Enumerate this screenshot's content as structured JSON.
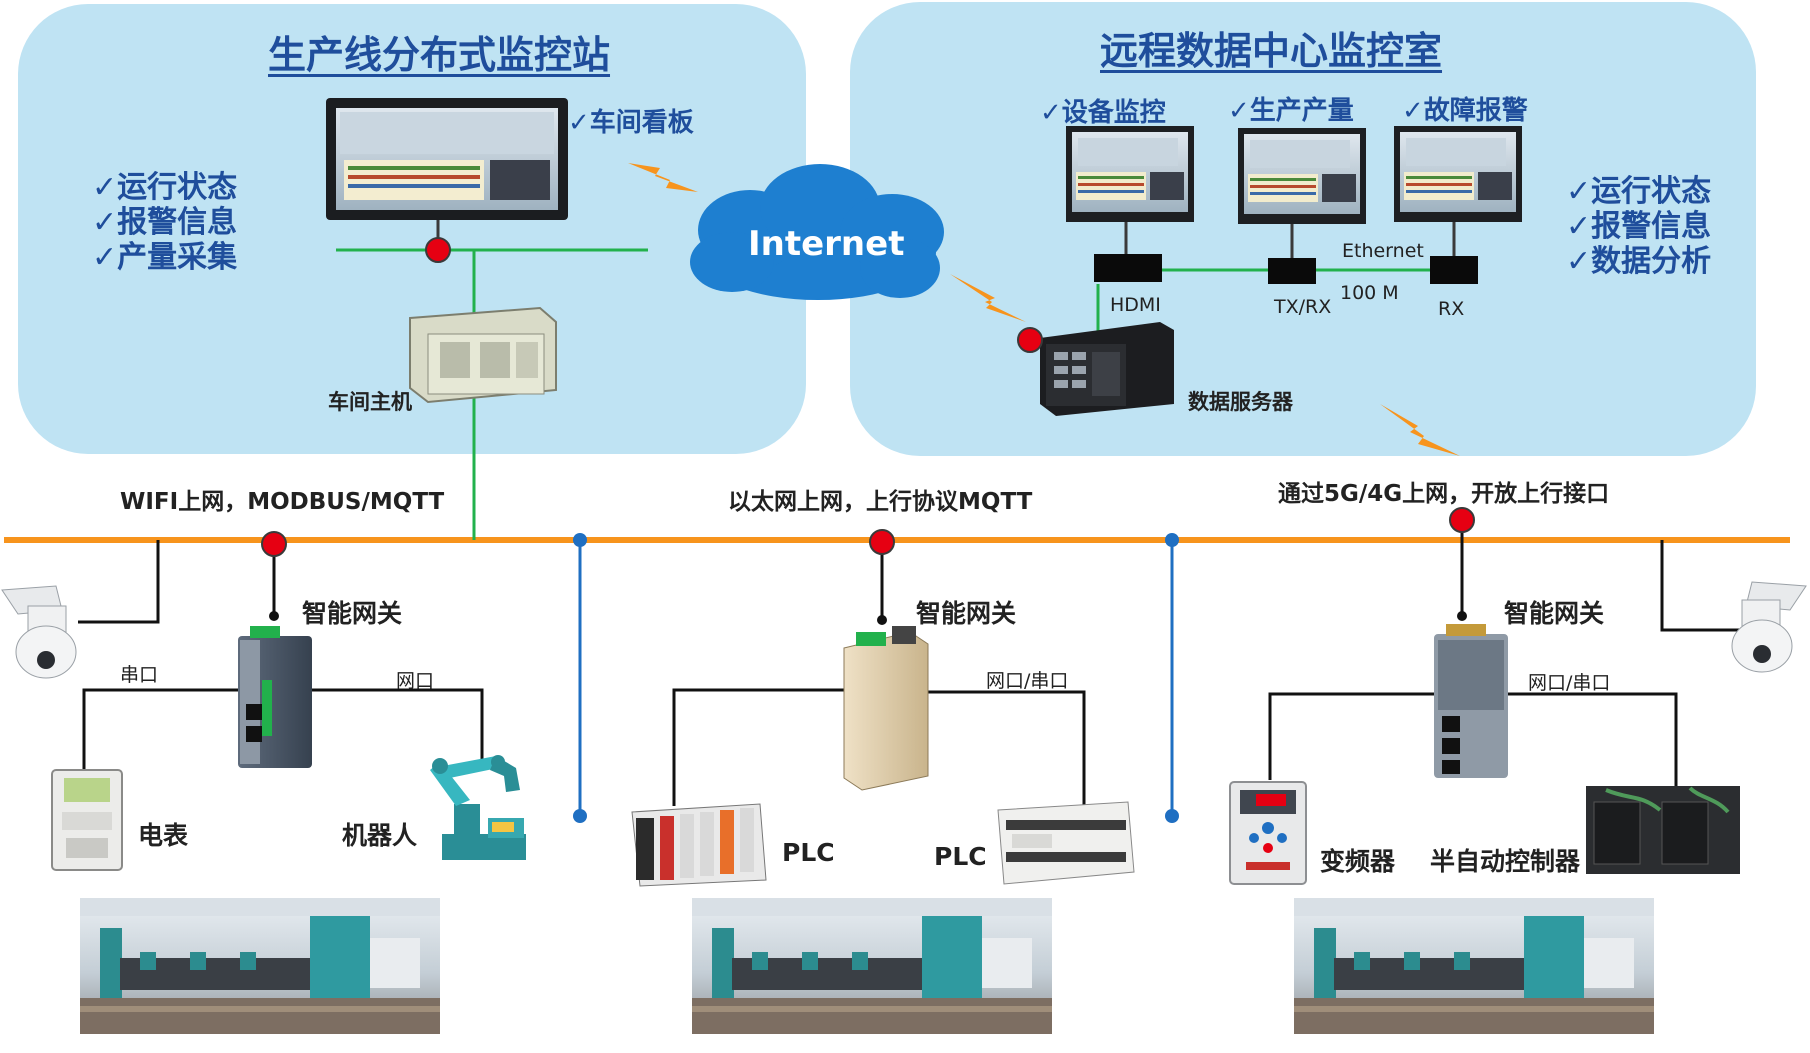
{
  "left_panel": {
    "title": "生产线分布式监控站",
    "board_label": "✓车间看板",
    "checklist": [
      "✓运行状态",
      "✓报警信息",
      "✓产量采集"
    ],
    "host_label": "车间主机"
  },
  "internet": {
    "label": "Internet"
  },
  "right_panel": {
    "title": "远程数据中心监控室",
    "monitors": [
      "✓设备监控",
      "✓生产产量",
      "✓故障报警"
    ],
    "checklist": [
      "✓运行状态",
      "✓报警信息",
      "✓数据分析"
    ],
    "ports": {
      "hdmi": "HDMI",
      "txrx": "TX/RX",
      "rx": "RX",
      "ethernet": "Ethernet",
      "speed": "100 M"
    },
    "server_label": "数据服务器"
  },
  "uplinks": {
    "left": "WIFI上网，MODBUS/MQTT",
    "middle": "以太网上网，上行协议MQTT",
    "right": "通过5G/4G上网，开放上行接口"
  },
  "zones": [
    {
      "gateway_label": "智能网关",
      "left_port": "串口",
      "right_port": "网口",
      "left_device": "电表",
      "right_device": "机器人"
    },
    {
      "gateway_label": "智能网关",
      "right_port": "网口/串口",
      "left_device": "PLC",
      "right_device": "PLC"
    },
    {
      "gateway_label": "智能网关",
      "right_port": "网口/串口",
      "left_device": "变频器",
      "right_device": "半自动控制器"
    }
  ],
  "colors": {
    "panel_bg": "#bfe3f3",
    "title_blue": "#1f4e9c",
    "bus_orange": "#f7941d",
    "link_green": "#22b14c",
    "divider_blue": "#1f6fc2",
    "node_red": "#e60012"
  }
}
